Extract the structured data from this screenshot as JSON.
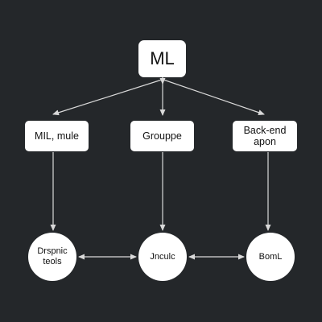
{
  "colors": {
    "background": "#24272a",
    "node_fill": "#ffffff",
    "edge": "#d9d9d9",
    "text": "#111111"
  },
  "nodes": {
    "root": "ML",
    "left_box": "MIL, mule",
    "center_box": "Grouppe",
    "right_box": "Back-end\napon",
    "left_circle": "Drspnic\nteols",
    "center_circle": "Jnculc",
    "right_circle": "BomL"
  },
  "edges": [
    {
      "from": "root",
      "to": "left_box",
      "arrow": "end"
    },
    {
      "from": "root",
      "to": "center_box",
      "arrow": "end"
    },
    {
      "from": "root",
      "to": "right_box",
      "arrow": "end"
    },
    {
      "from": "left_box",
      "to": "left_circle",
      "arrow": "end"
    },
    {
      "from": "center_box",
      "to": "center_circle",
      "arrow": "end"
    },
    {
      "from": "right_box",
      "to": "right_circle",
      "arrow": "end"
    },
    {
      "from": "left_circle",
      "to": "center_circle",
      "arrow": "both"
    },
    {
      "from": "center_circle",
      "to": "right_circle",
      "arrow": "both"
    }
  ]
}
